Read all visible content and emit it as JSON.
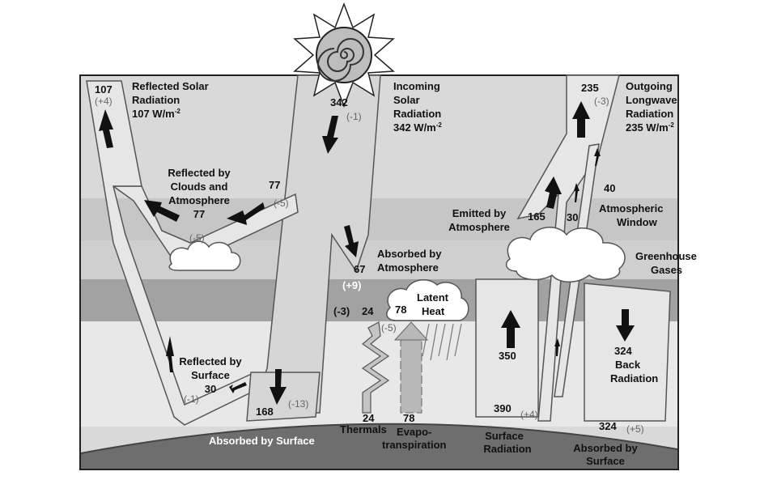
{
  "colors": {
    "background_panel": "#d9d9d9",
    "cloud_band": "#c9c9c9",
    "dark_band": "#9e9e9e",
    "light_band": "#e8e8e8",
    "earth": "#6e6e6e",
    "sun": "#e5e5e5"
  },
  "reflected_solar": {
    "value": "107",
    "change": "(+4)",
    "label_line1": "Reflected Solar",
    "label_line2": "Radiation",
    "label_line3": "107 W/m",
    "label_sup": "-2"
  },
  "incoming_solar": {
    "value": "342",
    "change": "(-1)",
    "label_line1": "Incoming",
    "label_line2": "Solar",
    "label_line3": "Radiation",
    "label_line4": "342 W/m",
    "label_sup": "-2"
  },
  "reflected_clouds": {
    "label_line1": "Reflected by",
    "label_line2": "Clouds and",
    "label_line3": "Atmosphere",
    "label_line4": "77",
    "value": "77",
    "change": "(-5)",
    "change_lower": "(-5)"
  },
  "absorbed_atmosphere": {
    "label_line1": "Absorbed by",
    "label_line2": "Atmosphere",
    "value": "67",
    "change": "(+9)"
  },
  "thermals": {
    "value_top": "24",
    "change": "(-3)",
    "value_bottom": "24",
    "label": "Thermals"
  },
  "latent_heat": {
    "value": "78",
    "label_line1": "Latent",
    "label_line2": "Heat",
    "change": "(-5)"
  },
  "evapotranspiration": {
    "value": "78",
    "label_line1": "Evapo-",
    "label_line2": "transpiration"
  },
  "reflected_surface": {
    "label_line1": "Reflected by",
    "label_line2": "Surface",
    "value": "30",
    "change": "(-1)"
  },
  "absorbed_surface": {
    "value": "168",
    "change": "(-13)",
    "label": "Absorbed by Surface"
  },
  "outgoing_longwave": {
    "value": "235",
    "change": "(-3)",
    "label_line1": "Outgoing",
    "label_line2": "Longwave",
    "label_line3": "Radiation",
    "label_line4": "235 W/m",
    "label_sup": "-2"
  },
  "emitted_atmosphere": {
    "label_line1": "Emitted by",
    "label_line2": "Atmosphere",
    "value": "165"
  },
  "atmospheric_window": {
    "value_40": "40",
    "value_30": "30",
    "label_line1": "Atmospheric",
    "label_line2": "Window"
  },
  "greenhouse_gases": {
    "label_line1": "Greenhouse",
    "label_line2": "Gases"
  },
  "surface_radiation": {
    "value_mid": "350",
    "value_bottom": "390",
    "change": "(+4)",
    "label_line1": "Surface",
    "label_line2": "Radiation"
  },
  "back_radiation": {
    "value": "324",
    "label_line1": "Back",
    "label_line2": "Radiation",
    "value_bottom": "324",
    "change": "(+5)",
    "label_line3": "Absorbed by",
    "label_line4": "Surface"
  }
}
